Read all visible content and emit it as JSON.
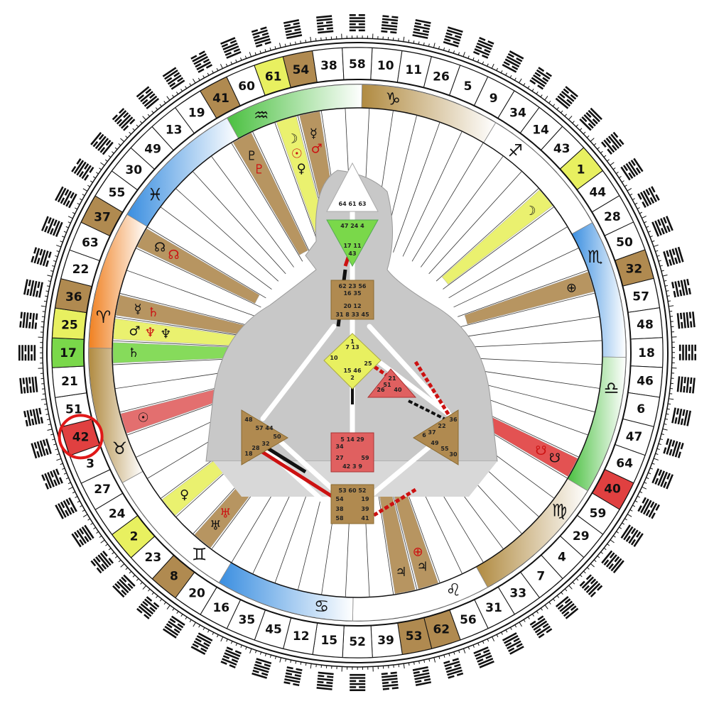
{
  "wheel": {
    "gates": [
      10,
      11,
      26,
      5,
      9,
      34,
      14,
      43,
      1,
      44,
      28,
      50,
      32,
      57,
      48,
      18,
      46,
      6,
      47,
      64,
      40,
      59,
      29,
      4,
      7,
      33,
      31,
      56,
      62,
      53,
      39,
      52,
      15,
      12,
      45,
      35,
      16,
      20,
      8,
      23,
      2,
      24,
      27,
      3,
      42,
      51,
      21,
      17,
      25,
      36,
      22,
      63,
      37,
      55,
      30,
      49,
      13,
      19,
      41,
      60,
      61,
      54,
      38,
      58
    ],
    "highlights": {
      "10": "",
      "11": "",
      "26": "",
      "5": "",
      "9": "",
      "34": "",
      "14": "",
      "43": "",
      "1": "#e8f060",
      "44": "",
      "28": "",
      "50": "",
      "32": "#b08a50",
      "57": "",
      "48": "",
      "18": "",
      "46": "",
      "6": "",
      "47": "",
      "64": "",
      "40": "#e04040",
      "59": "",
      "29": "",
      "4": "",
      "7": "",
      "33": "",
      "31": "",
      "56": "",
      "62": "#b08a50",
      "53": "#b08a50",
      "39": "",
      "52": "",
      "15": "",
      "12": "",
      "45": "",
      "35": "",
      "16": "",
      "20": "",
      "8": "#b08a50",
      "23": "",
      "2": "#e8f060",
      "24": "",
      "27": "",
      "3": "",
      "42": "#e04040",
      "51": "",
      "21": "",
      "17": "#7ad84a",
      "25": "#e8f060",
      "36": "#b08a50",
      "22": "",
      "63": "",
      "37": "#b08a50",
      "55": "",
      "30": "",
      "49": "",
      "13": "",
      "19": "",
      "41": "#b08a50",
      "60": "",
      "61": "#e8f060",
      "54": "#b08a50",
      "38": "",
      "58": ""
    },
    "signs": [
      {
        "glyph": "♑",
        "color": "#b08a40"
      },
      {
        "glyph": "♐",
        "color": "#ffffff"
      },
      {
        "glyph": "♏",
        "color": "#3a8ee0"
      },
      {
        "glyph": "♎",
        "color": "#4ac040"
      },
      {
        "glyph": "♍",
        "color": "#b08a40"
      },
      {
        "glyph": "♌",
        "color": "#ffffff"
      },
      {
        "glyph": "♋",
        "color": "#3a8ee0"
      },
      {
        "glyph": "♊",
        "color": "#ffffff"
      },
      {
        "glyph": "♉",
        "color": "#b08a40"
      },
      {
        "glyph": "♈",
        "color": "#f08020"
      },
      {
        "glyph": "♓",
        "color": "#3a8ee0"
      },
      {
        "glyph": "♒",
        "color": "#4ac040"
      }
    ],
    "highlighted_gate": "42",
    "rays": [
      {
        "gate": "61",
        "color": "#e8f060",
        "planets": [
          "☽",
          "☉",
          "♀"
        ]
      },
      {
        "gate": "54",
        "color": "#b08a50",
        "planets": [
          "☿",
          "♂"
        ]
      },
      {
        "gate": "41",
        "color": "#b08a50",
        "planets": [
          "♇",
          "♇"
        ]
      },
      {
        "gate": "1",
        "color": "#e8f060",
        "planets": [
          "☽"
        ]
      },
      {
        "gate": "32",
        "color": "#b08a50",
        "planets": [
          "⊕"
        ]
      },
      {
        "gate": "37",
        "color": "#b08a50",
        "planets": [
          "☊",
          "☊"
        ]
      },
      {
        "gate": "36",
        "color": "#b08a50",
        "planets": [
          "☿",
          "♄"
        ]
      },
      {
        "gate": "25",
        "color": "#e8f060",
        "planets": [
          "♂",
          "♆",
          "♆"
        ]
      },
      {
        "gate": "17",
        "color": "#7ad84a",
        "planets": [
          "♄"
        ]
      },
      {
        "gate": "42",
        "color": "#e06060",
        "planets": [
          "☉"
        ]
      },
      {
        "gate": "40",
        "color": "#e04040",
        "planets": [
          "☋",
          "☋"
        ]
      },
      {
        "gate": "2",
        "color": "#e8f060",
        "planets": [
          "♀"
        ]
      },
      {
        "gate": "8",
        "color": "#b08a50",
        "planets": [
          "♅",
          "♅"
        ]
      },
      {
        "gate": "62",
        "color": "#b08a50",
        "planets": [
          "♃",
          "⊕"
        ]
      },
      {
        "gate": "53",
        "color": "#b08a50",
        "planets": [
          "♃"
        ]
      }
    ]
  },
  "bodygraph": {
    "head": {
      "gates": "64 61 63"
    },
    "ajna": {
      "top": "47 24 4",
      "bottom": "17 11",
      "bottom2": "43"
    },
    "throat": {
      "r1": "62 23 56",
      "r2": "16 35",
      "r3": "20 12",
      "r4": "31 8 33 45"
    },
    "g_center": {
      "r1": "1",
      "r2": "7  13",
      "r3": "10",
      "r4": "15  46",
      "r5": "2",
      "side": "25"
    },
    "heart": {
      "r1": "21",
      "r2": "51",
      "r3": "26",
      "circle": "40"
    },
    "spleen": {
      "r1": "48",
      "r2": "57 44",
      "r3": "50",
      "r4": "28",
      "r5": "18",
      "circle": "32"
    },
    "sacral": {
      "r1": "5 14 29",
      "r2": "34",
      "r3": "27",
      "r4": "59",
      "r5": "42 3 9"
    },
    "solar": {
      "r1": "36",
      "r2": "22",
      "r3": "6",
      "r4": "37",
      "r5": "49",
      "r6": "55",
      "r7": "30"
    },
    "root": {
      "r1": "53 60 52",
      "r2": "54",
      "r3": "19",
      "r4": "38",
      "r5": "39",
      "r6": "58",
      "r7": "41"
    }
  }
}
